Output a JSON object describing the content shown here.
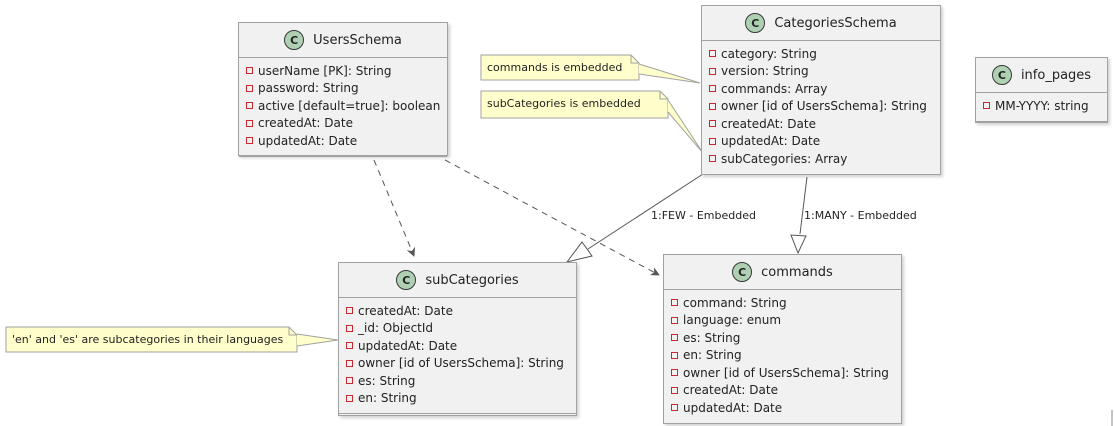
{
  "classes": {
    "users": {
      "name": "UsersSchema",
      "badge": "C",
      "attributes": [
        "userName [PK]: String",
        "password: String",
        "active [default=true]: boolean",
        "createdAt: Date",
        "updatedAt: Date"
      ]
    },
    "categories": {
      "name": "CategoriesSchema",
      "badge": "C",
      "attributes": [
        "category: String",
        "version: String",
        "commands: Array",
        "owner [id of UsersSchema]: String",
        "createdAt: Date",
        "updatedAt: Date",
        "subCategories: Array"
      ]
    },
    "info": {
      "name": "info_pages",
      "badge": "C",
      "attributes": [
        "MM-YYYY: string"
      ]
    },
    "subcats": {
      "name": "subCategories",
      "badge": "C",
      "attributes": [
        "createdAt: Date",
        "_id: ObjectId",
        "updatedAt: Date",
        "owner [id of UsersSchema]: String",
        "es: String",
        "en: String"
      ]
    },
    "commands": {
      "name": "commands",
      "badge": "C",
      "attributes": [
        "command: String",
        "language: enum",
        "es: String",
        "en: String",
        "owner [id of UsersSchema]: String",
        "createdAt: Date",
        "updatedAt: Date"
      ]
    }
  },
  "notes": {
    "commands": "commands is embedded",
    "subcats": "subCategories is embedded",
    "lang": "'en' and 'es' are subcategories in their languages"
  },
  "relation_labels": {
    "few": "1:FEW - Embedded",
    "many": "1:MANY - Embedded"
  },
  "colors": {
    "class_fill": "#f1f1f1",
    "class_border": "#a2a2a2",
    "badge_fill": "#add1b2",
    "note_fill": "#fbfb77",
    "note_fill_light": "#ffffcc",
    "field_marker": "#c82930",
    "line": "#555555"
  }
}
